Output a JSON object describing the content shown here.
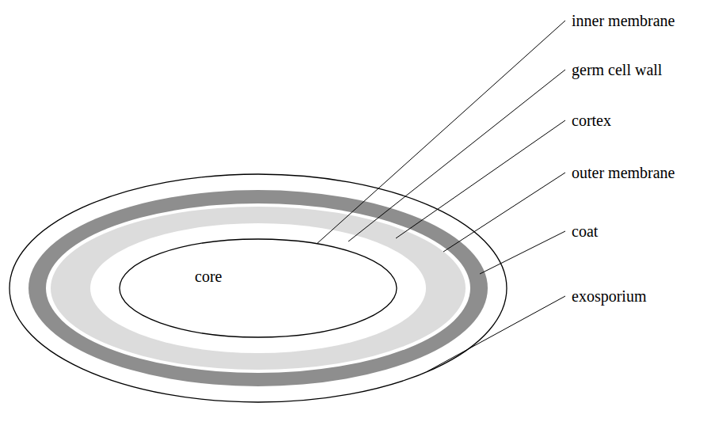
{
  "diagram": {
    "nodes": [
      {
        "text": [
          "core"
        ]
      }
    ],
    "labels": [
      "inner membrane",
      "germ cell wall",
      "cortex",
      "outer membrane",
      "coat",
      "exosporium"
    ]
  }
}
